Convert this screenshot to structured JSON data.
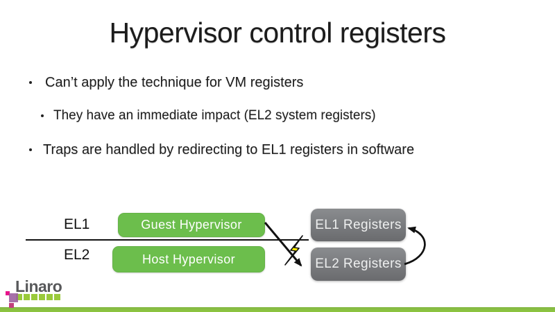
{
  "slide": {
    "title": "Hypervisor control registers",
    "bullets": [
      {
        "level": 1,
        "text": "Can’t apply the technique for VM registers"
      },
      {
        "level": 2,
        "text": "They have an immediate impact (EL2 system registers)"
      },
      {
        "level": 1,
        "text": "Traps are handled by redirecting to EL1 registers in software"
      }
    ]
  },
  "diagram": {
    "levels": [
      {
        "label": "EL1"
      },
      {
        "label": "EL2"
      }
    ],
    "green_boxes": [
      {
        "label": "Guest Hypervisor"
      },
      {
        "label": "Host Hypervisor"
      }
    ],
    "gray_boxes": [
      {
        "label": "EL1 Registers"
      },
      {
        "label": "EL2 Registers"
      }
    ],
    "icons": [
      "trap-arrow-icon",
      "lightning-icon",
      "redirect-arrow-icon"
    ]
  },
  "footer": {
    "logo_text": "Linaro"
  },
  "colors": {
    "text_black": "#1c1c1c",
    "accent_green": "#6cbe4c",
    "footer_green": "#8dc63f",
    "logo_square_green": "#9aca3b",
    "logo_text_gray": "#58595b",
    "logo_magenta": "#e8148b",
    "logo_purple": "#9b5d9e",
    "gray_box_top": "#8a8c8f",
    "gray_box_bottom": "#6a6b6e",
    "lightning_yellow": "#ffee00"
  }
}
